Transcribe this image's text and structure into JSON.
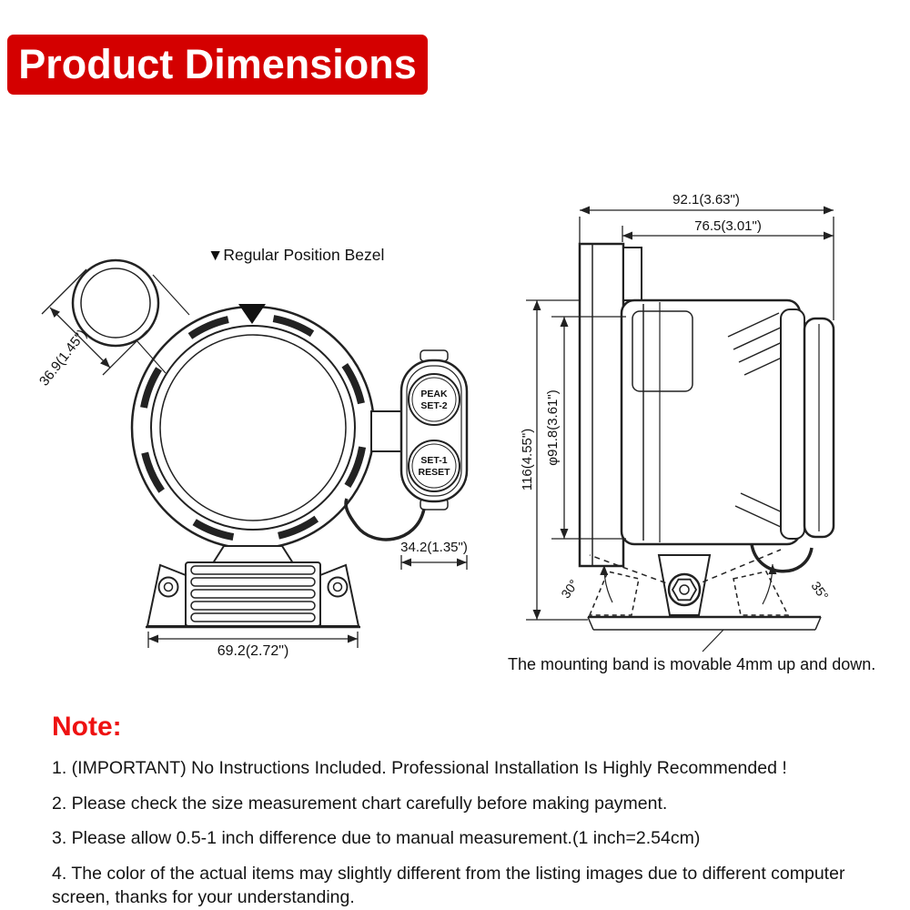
{
  "banner": {
    "title": "Product Dimensions"
  },
  "front_view": {
    "bezel_label": "▼Regular Position Bezel",
    "bezel_dim": "36.9(1.45\")",
    "switch_top_line1": "PEAK",
    "switch_top_line2": "SET-2",
    "switch_bottom_line1": "SET-1",
    "switch_bottom_line2": "RESET",
    "switch_dim": "34.2(1.35\")",
    "base_dim": "69.2(2.72\")"
  },
  "side_view": {
    "overall_depth_dim": "92.1(3.63\")",
    "body_depth_dim": "76.5(3.01\")",
    "overall_height_dim": "116(4.55\")",
    "lens_diameter_dim": "φ91.8(3.61\")",
    "tilt_angle_left": "30°",
    "tilt_angle_right": "35°",
    "band_note": "The mounting band is movable 4mm up and down."
  },
  "notes": {
    "heading": "Note:",
    "items": [
      "1. (IMPORTANT) No Instructions Included. Professional Installation Is Highly Recommended !",
      "2. Please check the size measurement chart carefully before making payment.",
      "3. Please allow 0.5-1 inch difference due to manual measurement.(1 inch=2.54cm)",
      "4. The color of the actual items may slightly different from the listing images due to different computer screen, thanks for your understanding."
    ]
  },
  "colors": {
    "banner_red": "#d40000",
    "note_red": "#ee1111",
    "line_dark": "#222222"
  }
}
